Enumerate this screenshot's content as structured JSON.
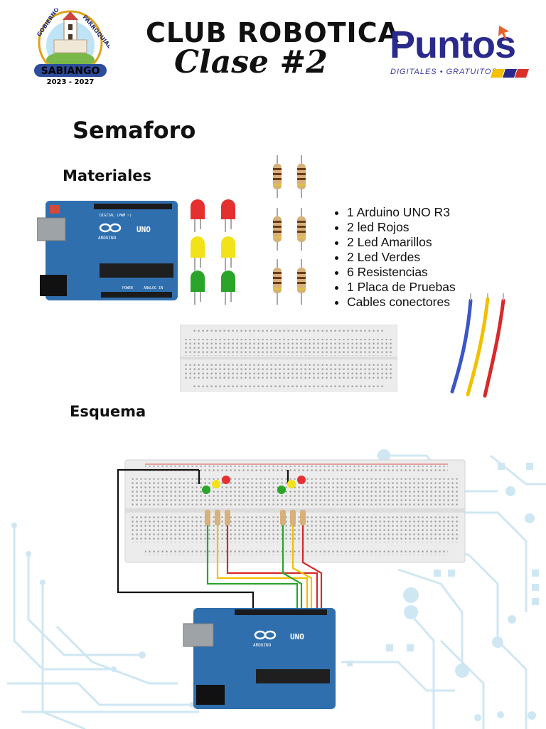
{
  "header": {
    "title": "CLUB ROBOTICA",
    "subtitle": "Clase #2"
  },
  "logo_left": {
    "arc_left": "GOBIERNO",
    "arc_right": "PARROQUIAL",
    "name": "SABIANGO",
    "years": "2023 - 2027"
  },
  "logo_right": {
    "name": "Puntos",
    "tagline": "DIGITALES • GRATUITOS"
  },
  "page": {
    "heading": "Semaforo",
    "materials_heading": "Materiales",
    "schema_heading": "Esquema"
  },
  "materials": [
    "1 Arduino UNO R3",
    "2 led Rojos",
    "2 Led Amarillos",
    "2 Led Verdes",
    "6 Resistencias",
    "1 Placa de Pruebas",
    "Cables conectores"
  ],
  "arduino": {
    "logo_text": "UNO",
    "brand": "ARDUINO",
    "header_top": "DIGITAL (PWM ~)",
    "analog": "ANALOG IN",
    "power": "POWER"
  },
  "colors": {
    "led_red": "#e53030",
    "led_yellow": "#f2e21a",
    "led_green": "#2aa52a",
    "arduino_blue": "#2f6fae",
    "circuit": "#cfe7f3",
    "brand_blue": "#2a2a8c"
  }
}
